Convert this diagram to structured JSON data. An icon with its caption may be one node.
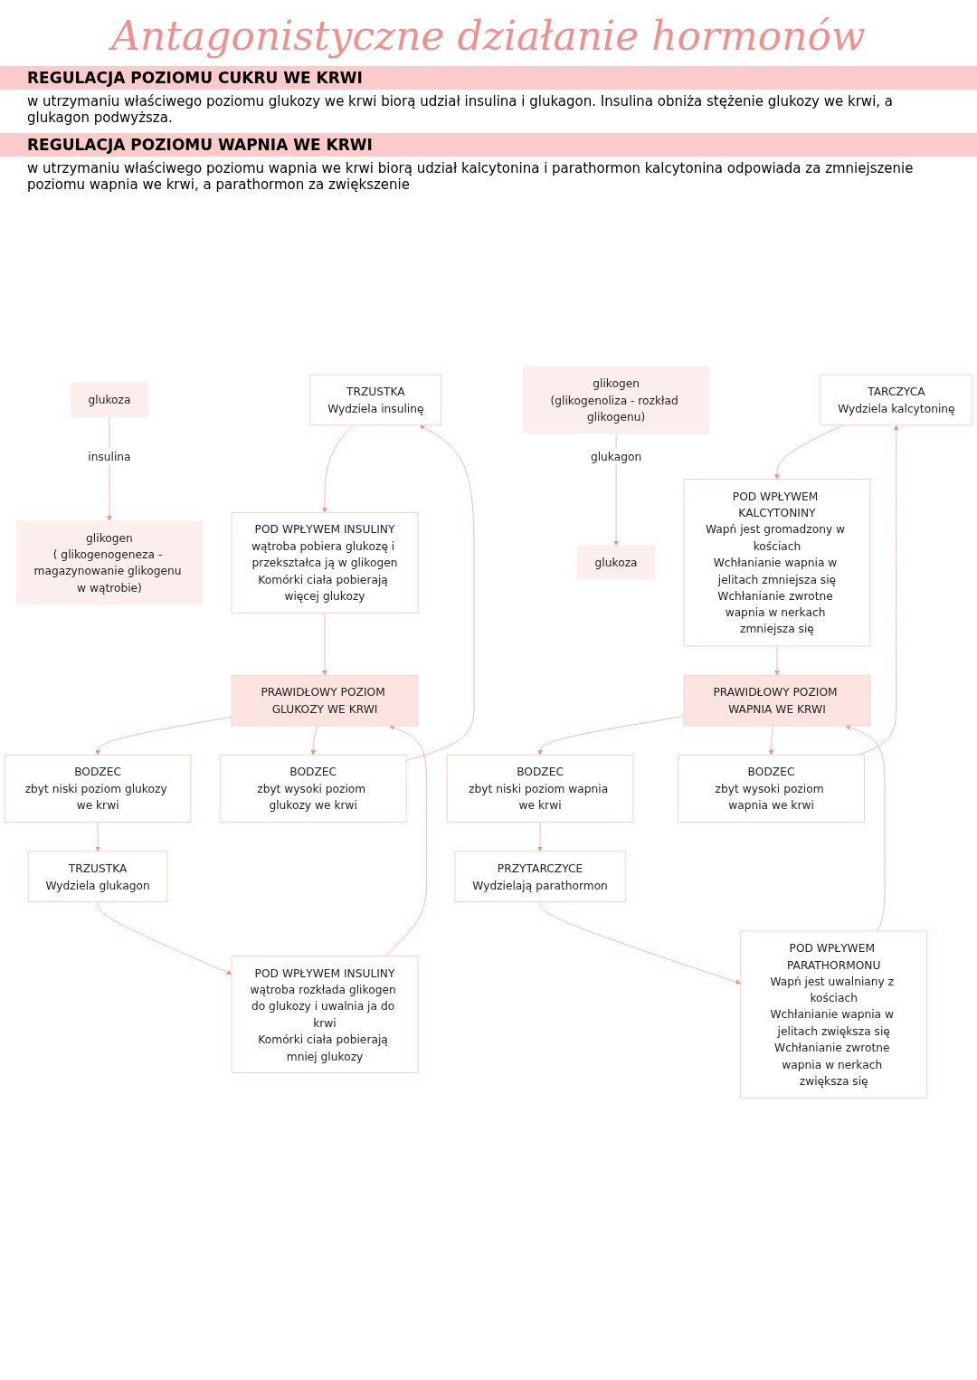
{
  "diagram": {
    "title": "Antagonistyczne działanie hormonów",
    "nodes": [
      {
        "text": [
          "TRZUSTKA",
          "Wydziela insulinę"
        ]
      },
      {
        "text": [
          "POD WPŁYWEM INSULINY",
          "wątroba pobiera glukozę i przekształca ją w glikogen",
          "Komórki ciała pobierają więcej glukozy"
        ]
      },
      {
        "text": [
          "BODZEC",
          "zbyt wysoki poziom glukozy we krwi"
        ]
      },
      {
        "text": [
          "PRAWIDŁOWY POZIOM GLUKOZY WE KRWI"
        ]
      },
      {
        "text": [
          "glukoza"
        ]
      },
      {
        "text": [
          "glikogen",
          "( glikogenogeneza - magazynowanie glikogenu w wątrobie)"
        ]
      },
      {
        "text": [
          "POD WPŁYWEM INSULINY",
          "wątroba rozkłada glikogen do glukozy i uwalnia ja do krwi",
          "Komórki ciała pobierają mniej glukozy"
        ]
      },
      {
        "text": [
          "BODZEC",
          "zbyt niski poziom glukozy we krwi"
        ]
      },
      {
        "text": [
          "glikogen",
          "(glikogenoliza - rozkład glikogenu)"
        ]
      },
      {
        "text": [
          "glukoza"
        ]
      },
      {
        "text": [
          "TRZUSTKA",
          "Wydziela glukagon"
        ]
      },
      {
        "text": [
          "TARCZYCA",
          "Wydziela kalcytoninę"
        ]
      },
      {
        "text": [
          "POD WPŁYWEM KALCYTONINY",
          "Wapń jest gromadzony w kościach",
          "Wchłanianie wapnia w jelitach zmniejsza się",
          "Wchłanianie zwrotne wapnia w nerkach zmniejsza się"
        ]
      },
      {
        "text": [
          "BODZEC",
          "zbyt wysoki poziom wapnia we krwi"
        ]
      },
      {
        "text": [
          "PRAWIDŁOWY POZIOM WAPNIA WE KRWI"
        ]
      },
      {
        "text": [
          "POD WPŁYWEM PARATHORMONU",
          "Wapń jest uwalniany z kościach",
          "Wchłanianie wapnia w jelitach zwiększa się",
          "Wchłanianie zwrotne wapnia w nerkach zwiększa się"
        ]
      },
      {
        "text": [
          "BODZEC",
          "zbyt niski poziom wapnia we krwi"
        ]
      },
      {
        "text": [
          "PRZYTARCZYCE",
          "Wydzielają parathormon"
        ]
      }
    ],
    "edges": [
      {
        "from": 0,
        "to": 1,
        "arrow": "to"
      },
      {
        "from": 1,
        "to": 3,
        "arrow": "to"
      },
      {
        "from": 3,
        "to": 7,
        "arrow": "to"
      },
      {
        "from": 7,
        "to": 10,
        "arrow": "to"
      },
      {
        "from": 10,
        "to": 6,
        "arrow": "to"
      },
      {
        "from": 6,
        "to": 3,
        "arrow": "to"
      },
      {
        "from": 3,
        "to": 2,
        "arrow": "to"
      },
      {
        "from": 2,
        "to": 0,
        "arrow": "to"
      },
      {
        "from": 4,
        "to": 5,
        "label": "insulina",
        "arrow": "to"
      },
      {
        "from": 8,
        "to": 9,
        "label": "glukagon",
        "arrow": "to"
      },
      {
        "from": 11,
        "to": 12,
        "arrow": "to"
      },
      {
        "from": 12,
        "to": 14,
        "arrow": "to"
      },
      {
        "from": 14,
        "to": 16,
        "arrow": "to"
      },
      {
        "from": 16,
        "to": 17,
        "arrow": "to"
      },
      {
        "from": 17,
        "to": 15,
        "arrow": "to"
      },
      {
        "from": 15,
        "to": 14,
        "arrow": "to"
      },
      {
        "from": 14,
        "to": 13,
        "arrow": "to"
      },
      {
        "from": 13,
        "to": 11,
        "arrow": "to"
      }
    ],
    "labels": [
      "REGULACJA POZIOMU CUKRU WE KRWI",
      "w utrzymaniu właściwego poziomu glukozy we krwi biorą udział insulina i glukagon. Insulina obniża stężenie glukozy we krwi, a glukagon podwyższa.",
      "REGULACJA POZIOMU WAPNIA WE KRWI",
      "w utrzymaniu właściwego poziomu wapnia we krwi biorą udział kalcytonina i parathormon kalcytonina odpowiada za zmniejszenie poziomu wapnia we krwi, a parathormon za zwiększenie"
    ]
  }
}
